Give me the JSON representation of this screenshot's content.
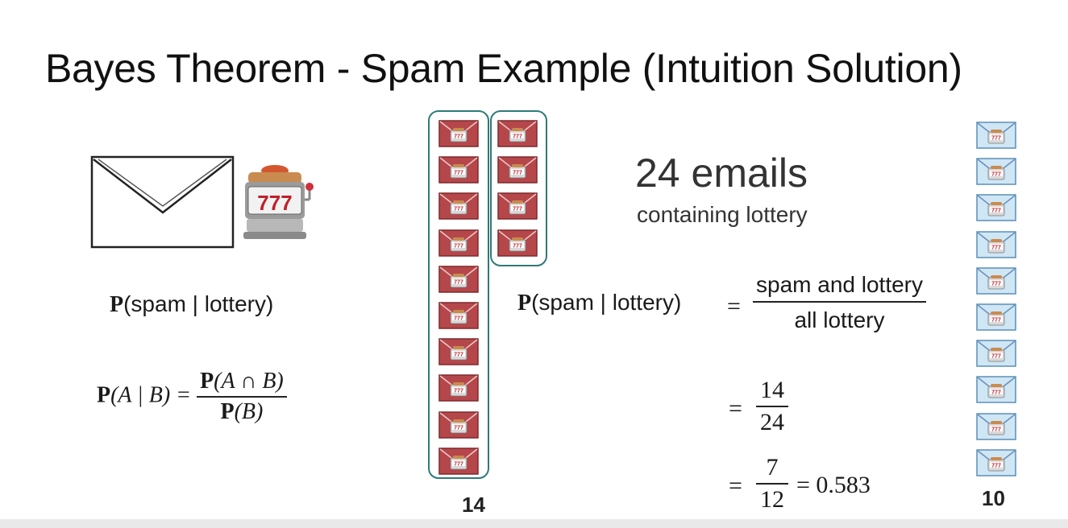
{
  "slide": {
    "title": "Bayes Theorem - Spam Example (Intuition Solution)"
  },
  "left": {
    "query": {
      "p": "P",
      "text": "(spam | lottery)"
    },
    "formula": {
      "lhs_p": "P",
      "lhs_args": "(A | B) =",
      "num_p": "P",
      "num_args": "(A ∩ B)",
      "den_p": "P",
      "den_args": "(B)"
    },
    "slot_machine_label": "777"
  },
  "groups": {
    "spam_count": "14",
    "ham_count": "10",
    "spam_column_1": 10,
    "spam_column_2": 4,
    "ham_column": 10
  },
  "right": {
    "headline": "24 emails",
    "subheadline": "containing lottery",
    "query_p": "P",
    "query_text": "(spam | lottery)",
    "equals": "=",
    "fraction_num": "spam and lottery",
    "fraction_den": "all lottery",
    "step1": {
      "eq": "=",
      "num": "14",
      "den": "24"
    },
    "step2": {
      "eq": "=",
      "num": "7",
      "den": "12",
      "result": "= 0.583"
    }
  },
  "colors": {
    "spam_tile": "#b5474b",
    "ham_tile": "#cfe6f5",
    "group_border": "#2f7a78"
  },
  "icons": [
    "envelope-icon",
    "slot-machine-icon",
    "spam-email-icon",
    "ham-email-icon"
  ]
}
